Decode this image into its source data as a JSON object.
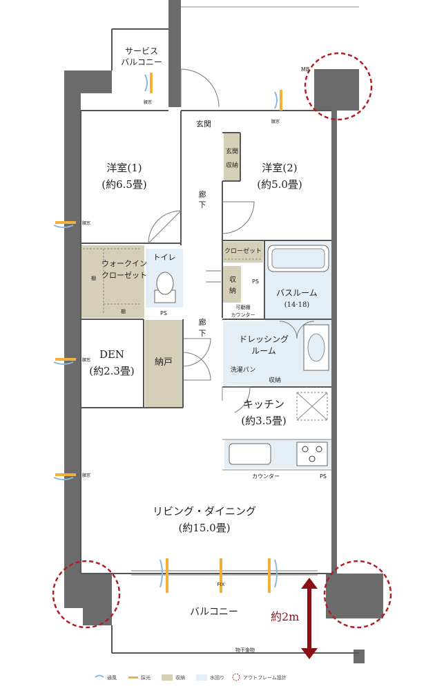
{
  "rooms": {
    "service_balcony": [
      "サービス",
      "バルコニー"
    ],
    "entrance": "玄関",
    "entrance_storage": [
      "玄関",
      "収納"
    ],
    "western1": [
      "洋室(1)",
      "(約6.5畳)"
    ],
    "western2": [
      "洋室(2)",
      "(約5.0畳)"
    ],
    "hallway": [
      "廊",
      "下"
    ],
    "walkin_closet": [
      "ウォークイン",
      "クローゼット"
    ],
    "toilet": "トイレ",
    "closet": "クローゼット",
    "storage": [
      "収",
      "納"
    ],
    "bathroom": [
      "バスルーム",
      "(14·18)"
    ],
    "movable_shelf": "可動棚",
    "counter_small": "カウンター",
    "dressing_room": [
      "ドレッシング",
      "ルーム"
    ],
    "washpan": "洗濯パン",
    "dressing_storage": "収納",
    "den": [
      "DEN",
      "(約2.3畳)"
    ],
    "nando": "納戸",
    "kitchen": [
      "キッチン",
      "(約3.5畳)"
    ],
    "counter": "カウンター",
    "living_dining": [
      "リビング・ダイニング",
      "(約15.0畳)"
    ],
    "balcony": "バルコニー",
    "wic_shelf": "棚"
  },
  "marks": {
    "ps": "PS",
    "mb": "MB",
    "fix": "FIX",
    "koshimado": "腰窓",
    "monohoshi": "物干金物",
    "balcony_depth": "約2m"
  },
  "legend": [
    {
      "label": "通風",
      "swatch": "wind"
    },
    {
      "label": "採光",
      "swatch": "light"
    },
    {
      "label": "収納",
      "swatch": "storage"
    },
    {
      "label": "水回り",
      "swatch": "water"
    },
    {
      "label": "アウトフレーム設計",
      "swatch": "circle"
    }
  ],
  "colors": {
    "wall": "#6b6b6b",
    "storage": "#d6cfb8",
    "water": "#e3eef7",
    "light": "#f3b13a",
    "wind": "#8cb8d8",
    "outframe": "#b01e23",
    "dimension": "#8b1016"
  }
}
